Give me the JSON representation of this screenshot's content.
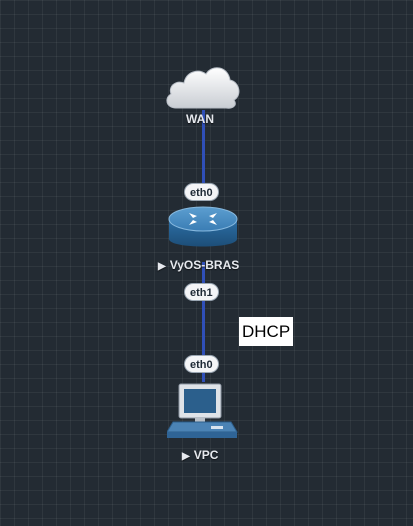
{
  "topology": {
    "nodes": {
      "wan": {
        "label": "WAN",
        "icon": "cloud-icon"
      },
      "router": {
        "label": "VyOS-BRAS",
        "icon": "router-icon"
      },
      "vpc": {
        "label": "VPC",
        "icon": "computer-icon"
      }
    },
    "ports": {
      "router_wan": "eth0",
      "router_lan": "eth1",
      "vpc_port": "eth0"
    },
    "annotation": "DHCP"
  },
  "colors": {
    "background": "#232b33",
    "link": "#2f4fb8",
    "router_body": "#2c6fa6",
    "label_text": "#e6e9ee"
  }
}
